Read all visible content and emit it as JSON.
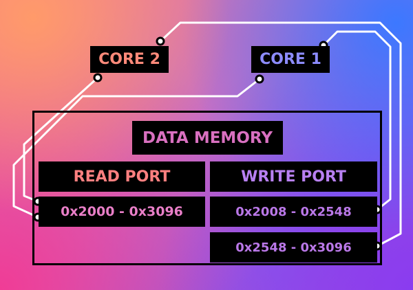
{
  "cores": {
    "core2": "CORE 2",
    "core1": "CORE 1"
  },
  "memory": {
    "title": "DATA MEMORY",
    "read_port": {
      "label": "READ PORT",
      "ranges": [
        "0x2000 - 0x3096"
      ]
    },
    "write_port": {
      "label": "WRITE PORT",
      "ranges": [
        "0x2008 - 0x2548",
        "0x2548 - 0x3096"
      ]
    }
  },
  "colors": {
    "core2_text": "#ff8a7a",
    "core1_text": "#8d8cff",
    "title_text": "#d970c0",
    "read_text": "#ff8080",
    "write_text": "#b880f2",
    "wire": "#ffffff",
    "box": "#000000"
  }
}
